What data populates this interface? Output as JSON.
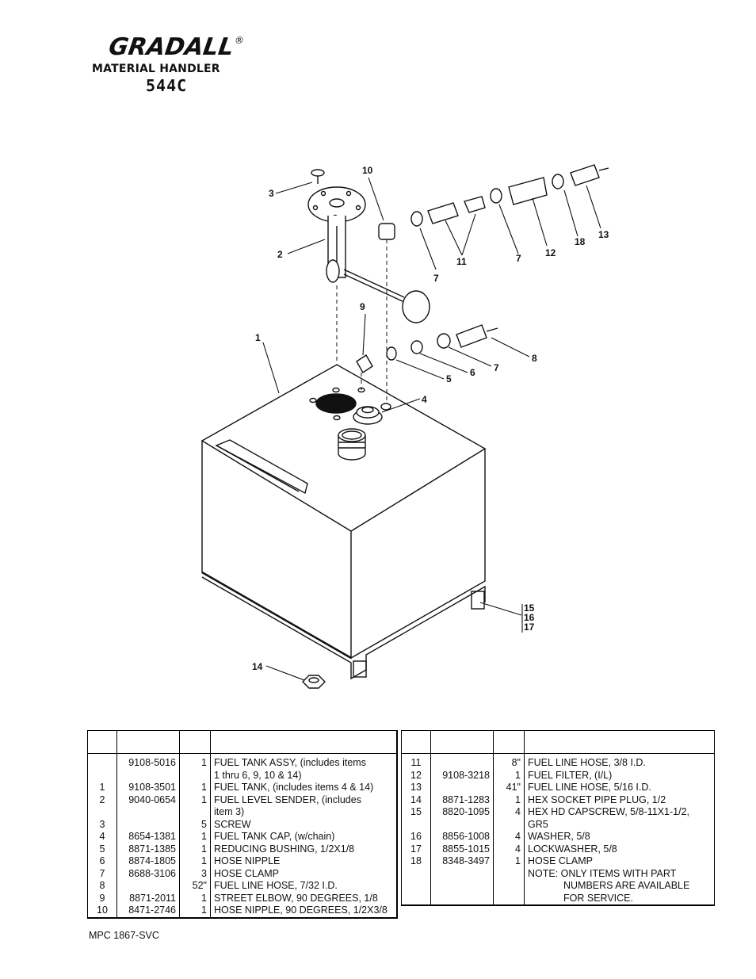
{
  "header": {
    "brand": "GRADALL",
    "registered": "®",
    "subtitle": "MATERIAL HANDLER",
    "model": "544C"
  },
  "callouts": [
    "1",
    "2",
    "3",
    "4",
    "5",
    "6",
    "7",
    "7",
    "7",
    "8",
    "9",
    "10",
    "11",
    "12",
    "13",
    "14",
    "15",
    "16",
    "17",
    "18"
  ],
  "parts_left": [
    {
      "item": "",
      "part": "9108-5016",
      "qty": "1",
      "desc": "FUEL TANK ASSY, (includes items"
    },
    {
      "item": "",
      "part": "",
      "qty": "",
      "desc": "1 thru 6, 9, 10 & 14)"
    },
    {
      "item": "1",
      "part": "9108-3501",
      "qty": "1",
      "desc": "FUEL TANK, (includes items 4 & 14)"
    },
    {
      "item": "2",
      "part": "9040-0654",
      "qty": "1",
      "desc": "FUEL LEVEL SENDER, (includes"
    },
    {
      "item": "",
      "part": "",
      "qty": "",
      "desc": "item 3)"
    },
    {
      "item": "3",
      "part": "",
      "qty": "5",
      "desc": "SCREW"
    },
    {
      "item": "4",
      "part": "8654-1381",
      "qty": "1",
      "desc": "FUEL TANK CAP, (w/chain)"
    },
    {
      "item": "5",
      "part": "8871-1385",
      "qty": "1",
      "desc": "REDUCING BUSHING, 1/2X1/8"
    },
    {
      "item": "6",
      "part": "8874-1805",
      "qty": "1",
      "desc": "HOSE NIPPLE"
    },
    {
      "item": "7",
      "part": "8688-3106",
      "qty": "3",
      "desc": "HOSE CLAMP"
    },
    {
      "item": "8",
      "part": "",
      "qty": "52\"",
      "desc": "FUEL LINE HOSE, 7/32 I.D."
    },
    {
      "item": "9",
      "part": "8871-2011",
      "qty": "1",
      "desc": "STREET ELBOW, 90 DEGREES, 1/8"
    },
    {
      "item": "10",
      "part": "8471-2746",
      "qty": "1",
      "desc": "HOSE NIPPLE, 90 DEGREES, 1/2X3/8"
    }
  ],
  "parts_right": [
    {
      "item": "11",
      "part": "",
      "qty": "8\"",
      "desc": "FUEL LINE HOSE, 3/8 I.D."
    },
    {
      "item": "12",
      "part": "9108-3218",
      "qty": "1",
      "desc": "FUEL FILTER, (I/L)"
    },
    {
      "item": "13",
      "part": "",
      "qty": "41\"",
      "desc": "FUEL LINE HOSE, 5/16 I.D."
    },
    {
      "item": "14",
      "part": "8871-1283",
      "qty": "1",
      "desc": "HEX SOCKET PIPE PLUG, 1/2"
    },
    {
      "item": "15",
      "part": "8820-1095",
      "qty": "4",
      "desc": "HEX HD CAPSCREW, 5/8-11X1-1/2,"
    },
    {
      "item": "",
      "part": "",
      "qty": "",
      "desc": "GR5"
    },
    {
      "item": "16",
      "part": "8856-1008",
      "qty": "4",
      "desc": "WASHER, 5/8"
    },
    {
      "item": "17",
      "part": "8855-1015",
      "qty": "4",
      "desc": "LOCKWASHER, 5/8"
    },
    {
      "item": "18",
      "part": "8348-3497",
      "qty": "1",
      "desc": "HOSE CLAMP"
    },
    {
      "item": "",
      "part": "",
      "qty": "",
      "desc": ""
    },
    {
      "item": "",
      "part": "",
      "qty": "",
      "desc": "NOTE:  ONLY ITEMS WITH PART"
    },
    {
      "item": "",
      "part": "",
      "qty": "",
      "desc": "NUMBERS ARE AVAILABLE",
      "indent": true
    },
    {
      "item": "",
      "part": "",
      "qty": "",
      "desc": "FOR SERVICE.",
      "indent": true
    }
  ],
  "footer": "MPC 1867-SVC"
}
